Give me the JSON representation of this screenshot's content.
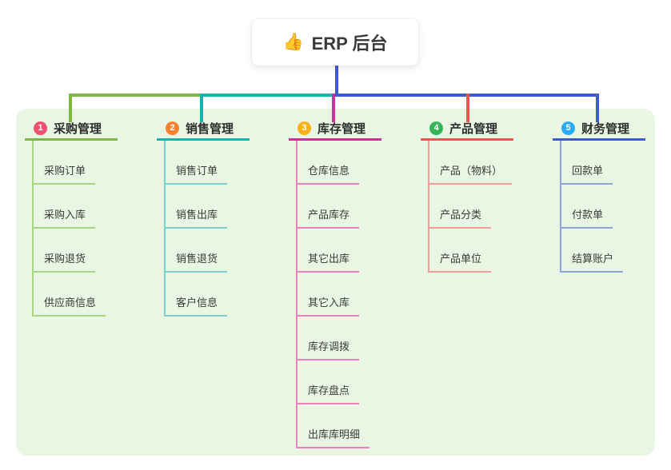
{
  "root": {
    "icon": "👍",
    "icon_name": "thumbs-up",
    "label": "ERP 后台"
  },
  "branches": [
    {
      "num": "1",
      "label": "采购管理",
      "badge_color": "#F0506E",
      "line_color": "#7CB93E",
      "child_line_color": "#A8D57F",
      "children": [
        "采购订单",
        "采购入库",
        "采购退货",
        "供应商信息"
      ]
    },
    {
      "num": "2",
      "label": "销售管理",
      "badge_color": "#F5812C",
      "line_color": "#17B3AE",
      "child_line_color": "#7DD0CB",
      "children": [
        "销售订单",
        "销售出库",
        "销售退货",
        "客户信息"
      ]
    },
    {
      "num": "3",
      "label": "库存管理",
      "badge_color": "#F8B116",
      "line_color": "#CE2E9E",
      "child_line_color": "#E980C2",
      "children": [
        "仓库信息",
        "产品库存",
        "其它出库",
        "其它入库",
        "库存调拨",
        "库存盘点",
        "出库库明细"
      ]
    },
    {
      "num": "4",
      "label": "产品管理",
      "badge_color": "#35B558",
      "line_color": "#F4534F",
      "child_line_color": "#F79D97",
      "children": [
        "产品（物料）",
        "产品分类",
        "产品单位"
      ]
    },
    {
      "num": "5",
      "label": "财务管理",
      "badge_color": "#29ABF2",
      "line_color": "#3D5BD0",
      "child_line_color": "#90A3DC",
      "children": [
        "回款单",
        "付款单",
        "结算账户"
      ]
    }
  ],
  "colors": {
    "canvas": "#FFFFFF",
    "panel": "#E9F6E3",
    "root_connector": "#4457D0"
  }
}
